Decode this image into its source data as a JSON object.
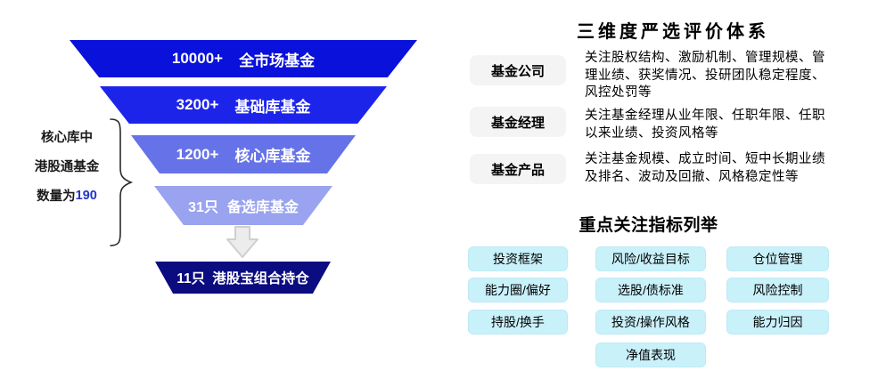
{
  "funnel": {
    "layers": [
      {
        "count": "10000+",
        "label": "全市场基金",
        "color": "#0911db"
      },
      {
        "count": "3200+",
        "label": "基础库基金",
        "color": "#1d24ea"
      },
      {
        "count": "1200+",
        "label": "核心库基金",
        "color": "#6673e8"
      },
      {
        "count": "31只",
        "label": "备选库基金",
        "color": "#99a3ef"
      }
    ],
    "result": {
      "count": "11只",
      "label": "港股宝组合持仓",
      "color": "#0b0c80"
    },
    "annotation": {
      "line1": "核心库中",
      "line2": "港股通基金",
      "line3_prefix": "数量为",
      "line3_number": "190",
      "number_color": "#2233cc"
    }
  },
  "evaluation": {
    "title": "三维度严选评价体系",
    "rows": [
      {
        "label": "基金公司",
        "desc": "关注股权结构、激励机制、管理规模、管\n理业绩、获奖情况、投研团队稳定程度、\n风控处罚等"
      },
      {
        "label": "基金经理",
        "desc": "关注基金经理从业年限、任职年限、任职\n以来业绩、投资风格等"
      },
      {
        "label": "基金产品",
        "desc": "关注基金规模、成立时间、短中长期业绩\n及排名、波动及回撤、风格稳定性等"
      }
    ]
  },
  "indicators": {
    "title": "重点关注指标列举",
    "tags": [
      {
        "label": "投资框架"
      },
      {
        "label": "风险/收益目标"
      },
      {
        "label": "仓位管理"
      },
      {
        "label": "能力圈/偏好"
      },
      {
        "label": "选股/债标准"
      },
      {
        "label": "风险控制"
      },
      {
        "label": "持股/换手"
      },
      {
        "label": "投资/操作风格"
      },
      {
        "label": "能力归因"
      },
      {
        "label": "净值表现"
      }
    ]
  },
  "colors": {
    "tag_bg": "#c9f1fa",
    "label_bg": "#f4f4f4",
    "arrow_fill": "#ececec"
  }
}
